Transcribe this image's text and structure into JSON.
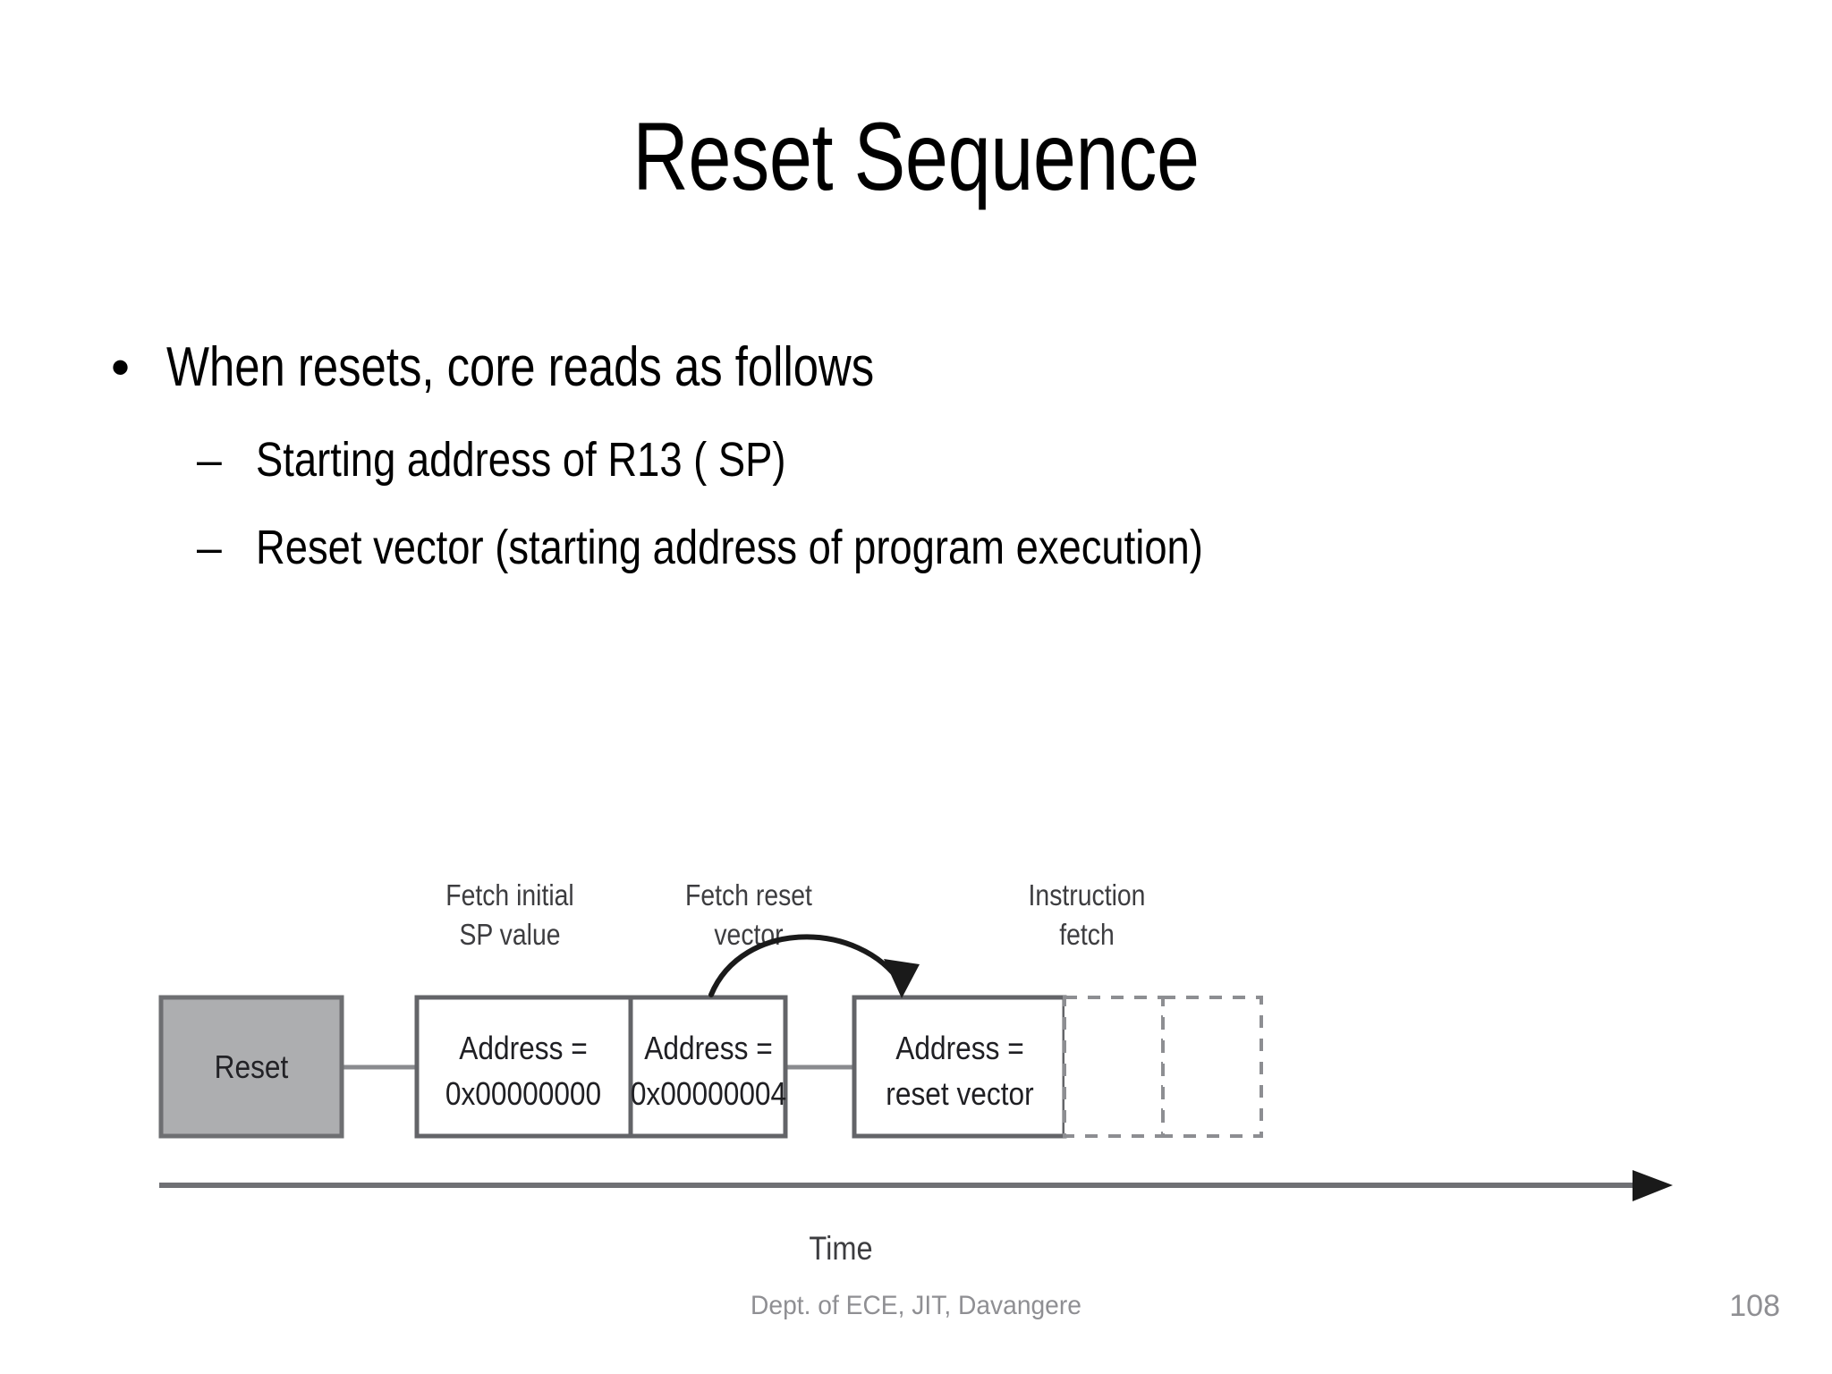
{
  "slide": {
    "title": "Reset Sequence",
    "page_number": "108",
    "footer": "Dept. of ECE, JIT, Davangere",
    "background_color": "#ffffff",
    "text_color": "#000000",
    "footer_color": "#8f8f93"
  },
  "body": {
    "bullets": [
      {
        "level": 1,
        "marker": "•",
        "text": "When resets, core reads as follows"
      },
      {
        "level": 2,
        "marker": "–",
        "text": "Starting address of R13 ( SP)"
      },
      {
        "level": 2,
        "marker": "–",
        "text": "Reset vector (starting address of program execution)"
      }
    ]
  },
  "diagram": {
    "type": "timeline-flow",
    "caption": "Time",
    "phase_labels": [
      {
        "id": "fetch-initial-sp",
        "line1": "Fetch initial",
        "line2": "SP value"
      },
      {
        "id": "fetch-reset-vector",
        "line1": "Fetch reset",
        "line2": "vector"
      },
      {
        "id": "instruction-fetch",
        "line1": "Instruction",
        "line2": "fetch"
      }
    ],
    "boxes": [
      {
        "id": "reset-box",
        "line1": "Reset",
        "line2": "",
        "style": "filled",
        "fill": "#adaeb0",
        "stroke": "#6e6f72"
      },
      {
        "id": "address-0x00000000-box",
        "line1": "Address =",
        "line2": "0x00000000",
        "style": "solid",
        "fill": "#ffffff",
        "stroke": "#636468"
      },
      {
        "id": "address-0x00000004-box",
        "line1": "Address =",
        "line2": "0x00000004",
        "style": "solid",
        "fill": "#ffffff",
        "stroke": "#636468"
      },
      {
        "id": "address-reset-vector-box",
        "line1": "Address =",
        "line2": "reset vector",
        "style": "solid",
        "fill": "#ffffff",
        "stroke": "#636468"
      },
      {
        "id": "dashed-box-1",
        "line1": "",
        "line2": "",
        "style": "dashed",
        "fill": "#ffffff",
        "stroke": "#8d8e92"
      },
      {
        "id": "dashed-box-2",
        "line1": "",
        "line2": "",
        "style": "dashed",
        "fill": "#ffffff",
        "stroke": "#8d8e92"
      }
    ],
    "axis": {
      "label": "Time",
      "direction": "left-to-right",
      "arrow": true,
      "color": "#6f7074"
    },
    "curved_arrow": {
      "id": "reset-vector-jump-arrow",
      "from": "address-0x00000004-box",
      "to": "address-reset-vector-box",
      "color": "#1a1a1a"
    }
  }
}
